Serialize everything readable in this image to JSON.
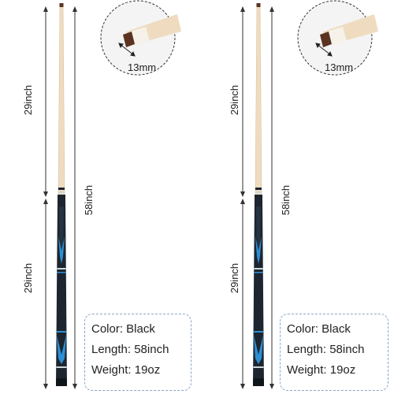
{
  "panels": [
    {
      "top_length_label": "29inch",
      "bottom_length_label": "29inch",
      "total_length_label": "58inch",
      "tip_size_label": "13mm",
      "specs": {
        "color_line": "Color: Black",
        "length_line": "Length: 58inch",
        "weight_line": "Weight: 19oz"
      }
    },
    {
      "top_length_label": "29inch",
      "bottom_length_label": "29inch",
      "total_length_label": "58inch",
      "tip_size_label": "13mm",
      "specs": {
        "color_line": "Color: Black",
        "length_line": "Length: 58inch",
        "weight_line": "Weight: 19oz"
      }
    }
  ],
  "colors": {
    "shaft": "#efdcc0",
    "butt": "#1c2530",
    "accent": "#2d8fd4",
    "ferrule": "#f6f2ea",
    "tip": "#5a3322",
    "box_border": "#8aa5c8"
  }
}
